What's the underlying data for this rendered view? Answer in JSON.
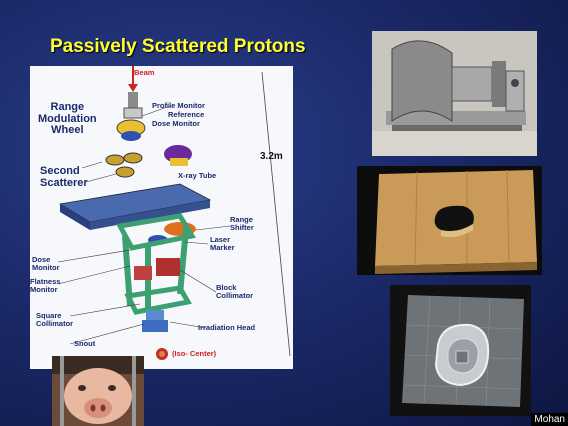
{
  "slide": {
    "title": "Passively Scattered Protons",
    "credit": "Mohan"
  },
  "diagram": {
    "labels": {
      "beam": "Beam",
      "range_modulation_wheel": "Range\nModulation\nWheel",
      "profile_monitor": "Profile Monitor",
      "reference": "Reference",
      "dose_monitor_top": "Dose Monitor",
      "height": "3.2m",
      "second_scatterer": "Second\nScatterer",
      "xray_tube": "X-ray Tube",
      "range_shifter": "Range\nShifter",
      "laser_marker": "Laser\nMarker",
      "dose_monitor_left": "Dose\nMonitor",
      "flatness_monitor": "Flatness\nMonitor",
      "block_collimator": "Block\nCollimator",
      "square_collimator": "Square\nCollimator",
      "irradiation_head": "Irradiation Head",
      "snout": "Snout",
      "iso_center": "(Iso- Center)"
    }
  },
  "photos": {
    "top_right": "metal-modulator-device",
    "middle_right": "brass-aperture-block",
    "bottom_right": "acrylic-compensator",
    "bottom_left": "pig-photo"
  },
  "colors": {
    "title": "#ffff33",
    "background": "#1c2a6b"
  }
}
